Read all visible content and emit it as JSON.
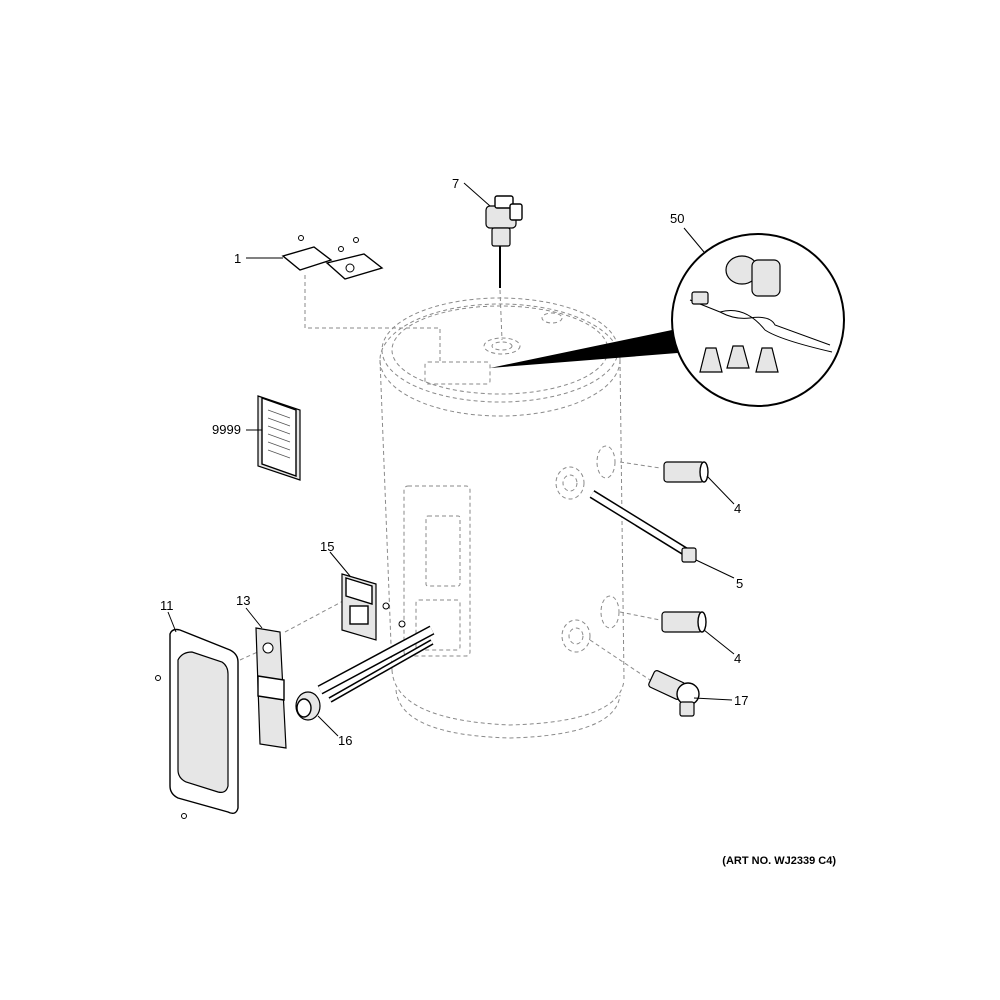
{
  "labels": {
    "p1": "1",
    "p7": "7",
    "p50": "50",
    "p9999": "9999",
    "p4a": "4",
    "p5": "5",
    "p15": "15",
    "p11": "11",
    "p13": "13",
    "p4b": "4",
    "p17": "17",
    "p16": "16"
  },
  "art_no": "(ART NO. WJ2339 C4)",
  "icons": {
    "tank": "water-heater-tank-icon",
    "valve": "relief-valve-icon",
    "kit": "cord-kit-icon"
  }
}
